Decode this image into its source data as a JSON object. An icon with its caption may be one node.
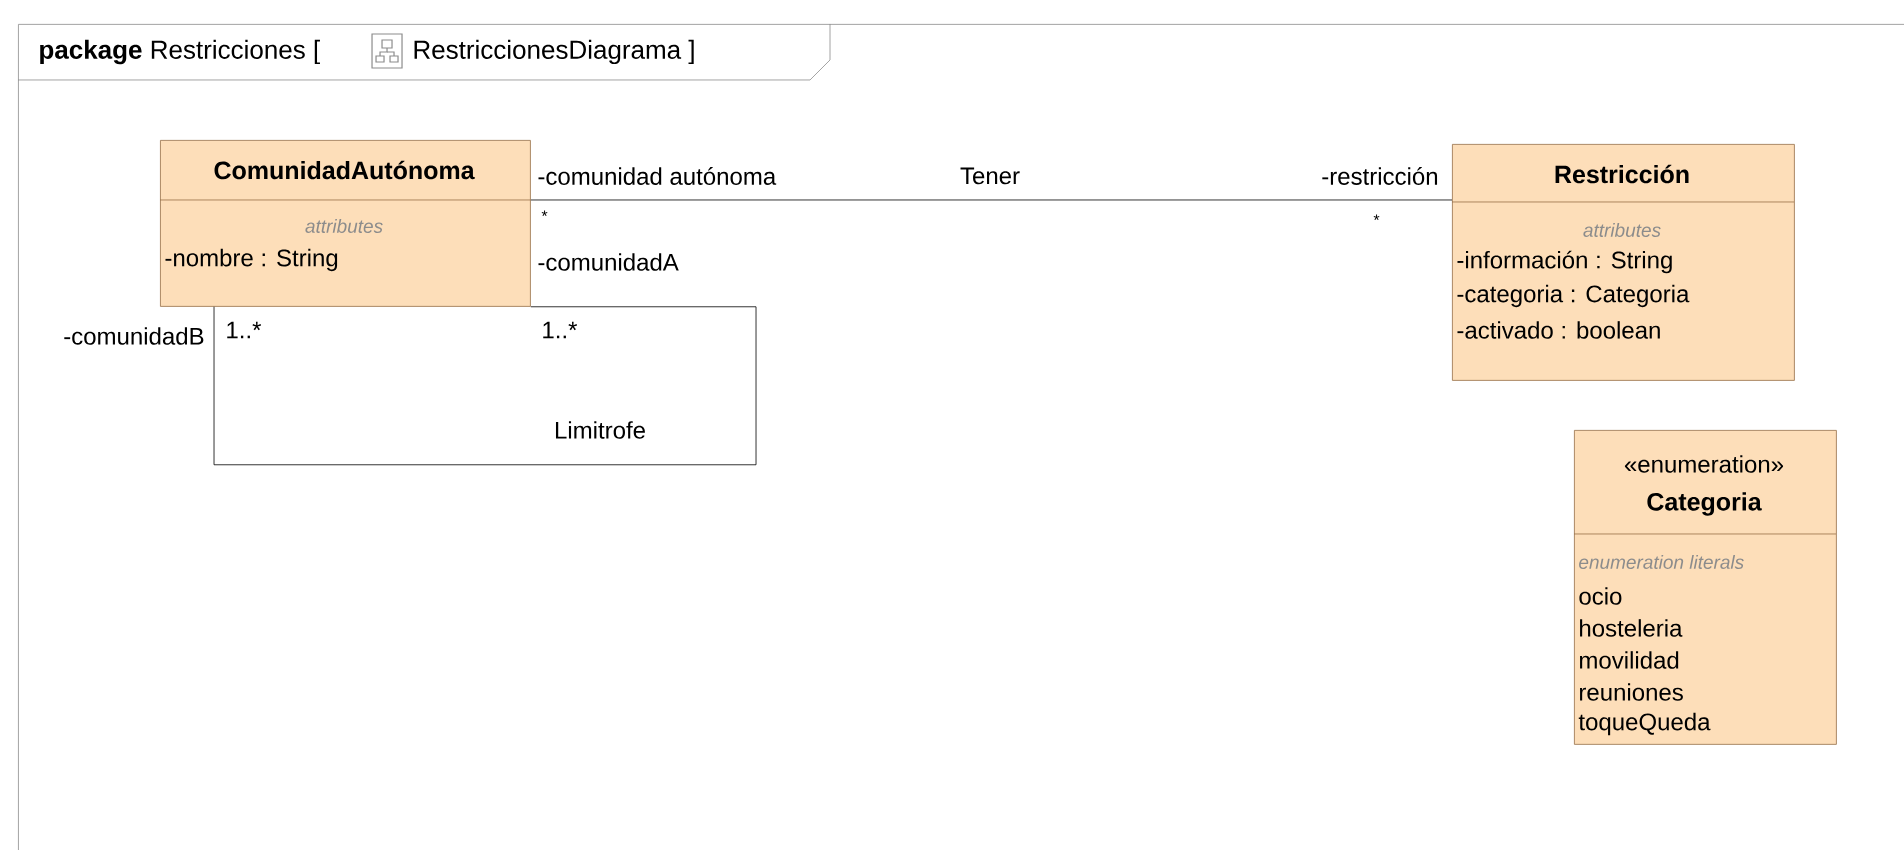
{
  "diagram": {
    "nodes": [
      {
        "text": [
          "**package** Restricciones [",
          "RestriccionesDiagrama ]"
        ]
      },
      {
        "text": [
          "ComunidadAutónoma",
          "attributes",
          "-nombre : String"
        ],
        "in": 0
      },
      {
        "text": [
          "Restricción",
          "attributes",
          "-información : String",
          "-categoria : Categoria",
          "-activado : boolean"
        ],
        "in": 0
      },
      {
        "text": [
          "«enumeration»",
          "Categoria",
          "enumeration literals",
          "ocio",
          "hosteleria",
          "movilidad",
          "reuniones",
          "toqueQueda"
        ],
        "in": 0
      }
    ],
    "edges": [
      {
        "from": 1,
        "to": 2,
        "arrow": "none",
        "label": "Tener"
      },
      {
        "from": 1,
        "to": 1,
        "arrow": "none",
        "label": "Limitrofe"
      }
    ],
    "labels": [
      "-comunidad autónoma",
      "-restricción",
      "*",
      "*",
      "-comunidadA",
      "-comunidadB",
      "1..*",
      "1..*"
    ]
  }
}
